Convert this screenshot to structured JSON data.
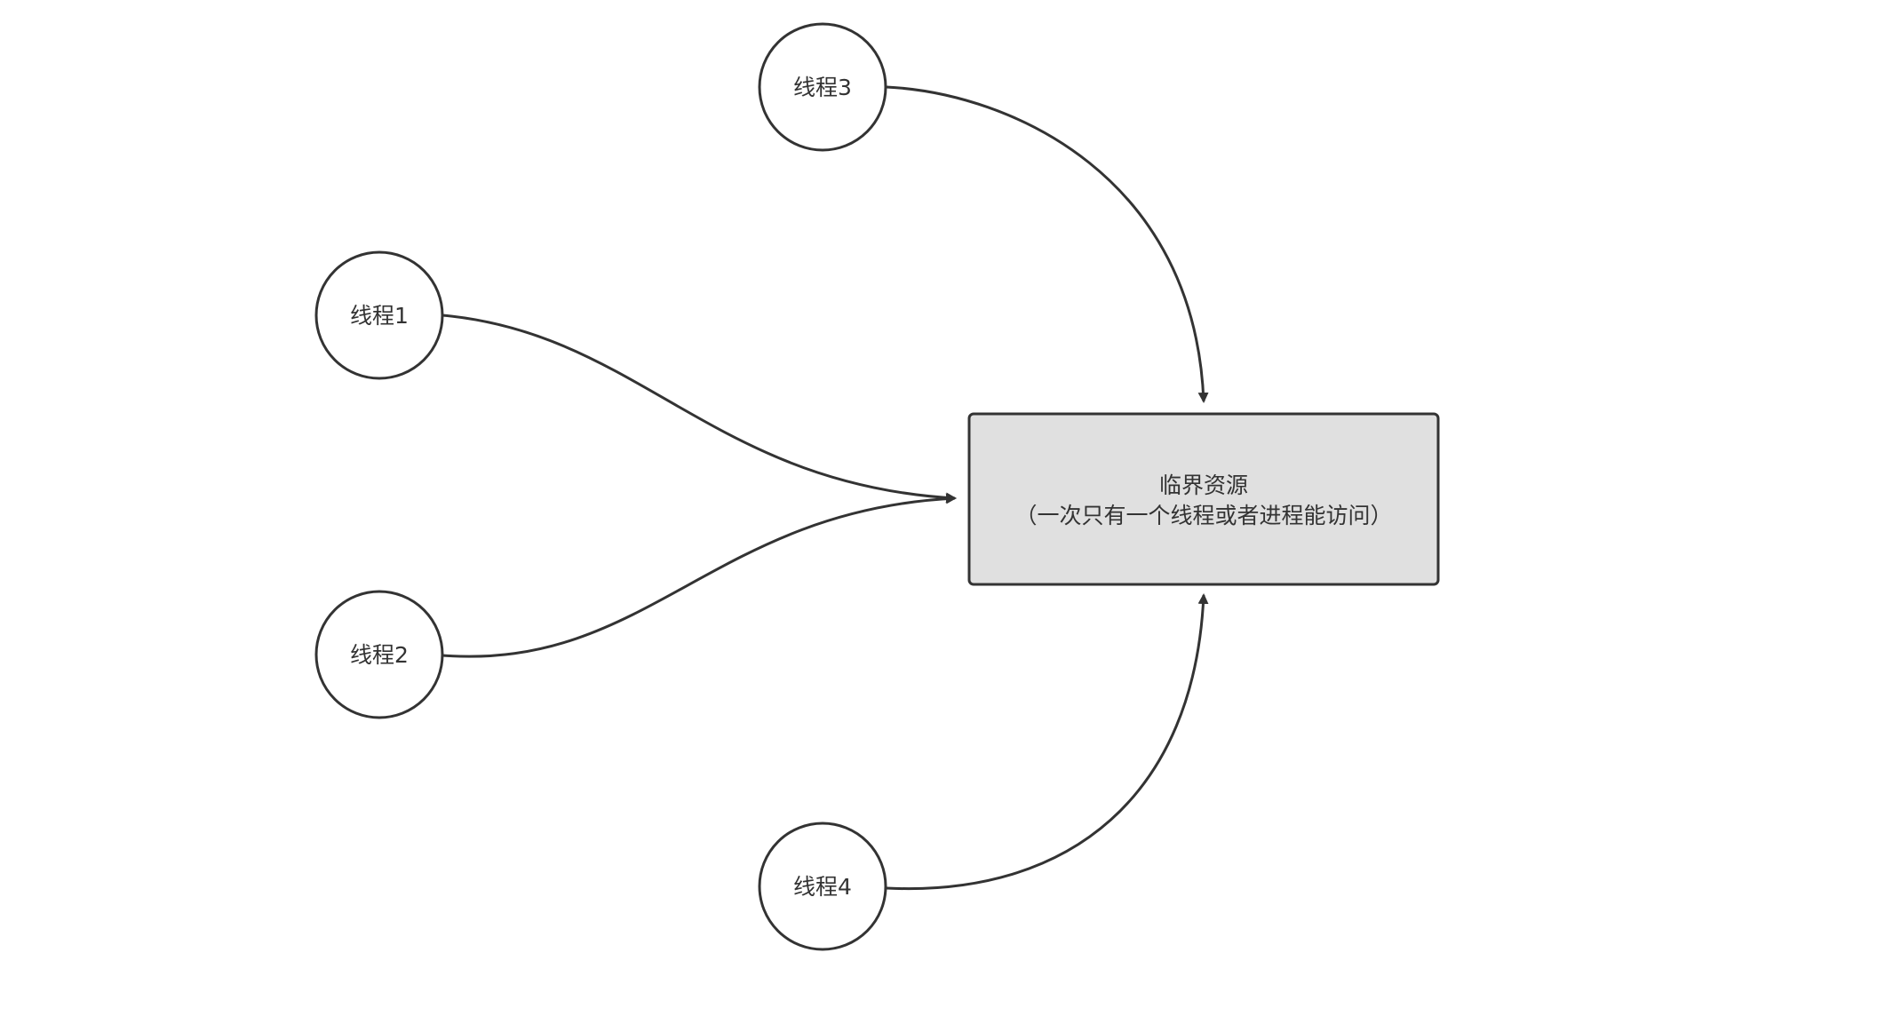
{
  "diagram": {
    "resource": {
      "title": "临界资源",
      "subtitle": "（一次只有一个线程或者进程能访问）",
      "fill_color": "#e0e0e0",
      "stroke_color": "#333333"
    },
    "threads": [
      {
        "id": "thread-1",
        "label": "线程1"
      },
      {
        "id": "thread-2",
        "label": "线程2"
      },
      {
        "id": "thread-3",
        "label": "线程3"
      },
      {
        "id": "thread-4",
        "label": "线程4"
      }
    ],
    "edges": [
      {
        "from": "thread-1",
        "to": "resource"
      },
      {
        "from": "thread-2",
        "to": "resource"
      },
      {
        "from": "thread-3",
        "to": "resource"
      },
      {
        "from": "thread-4",
        "to": "resource"
      }
    ],
    "line_color": "#333333"
  }
}
